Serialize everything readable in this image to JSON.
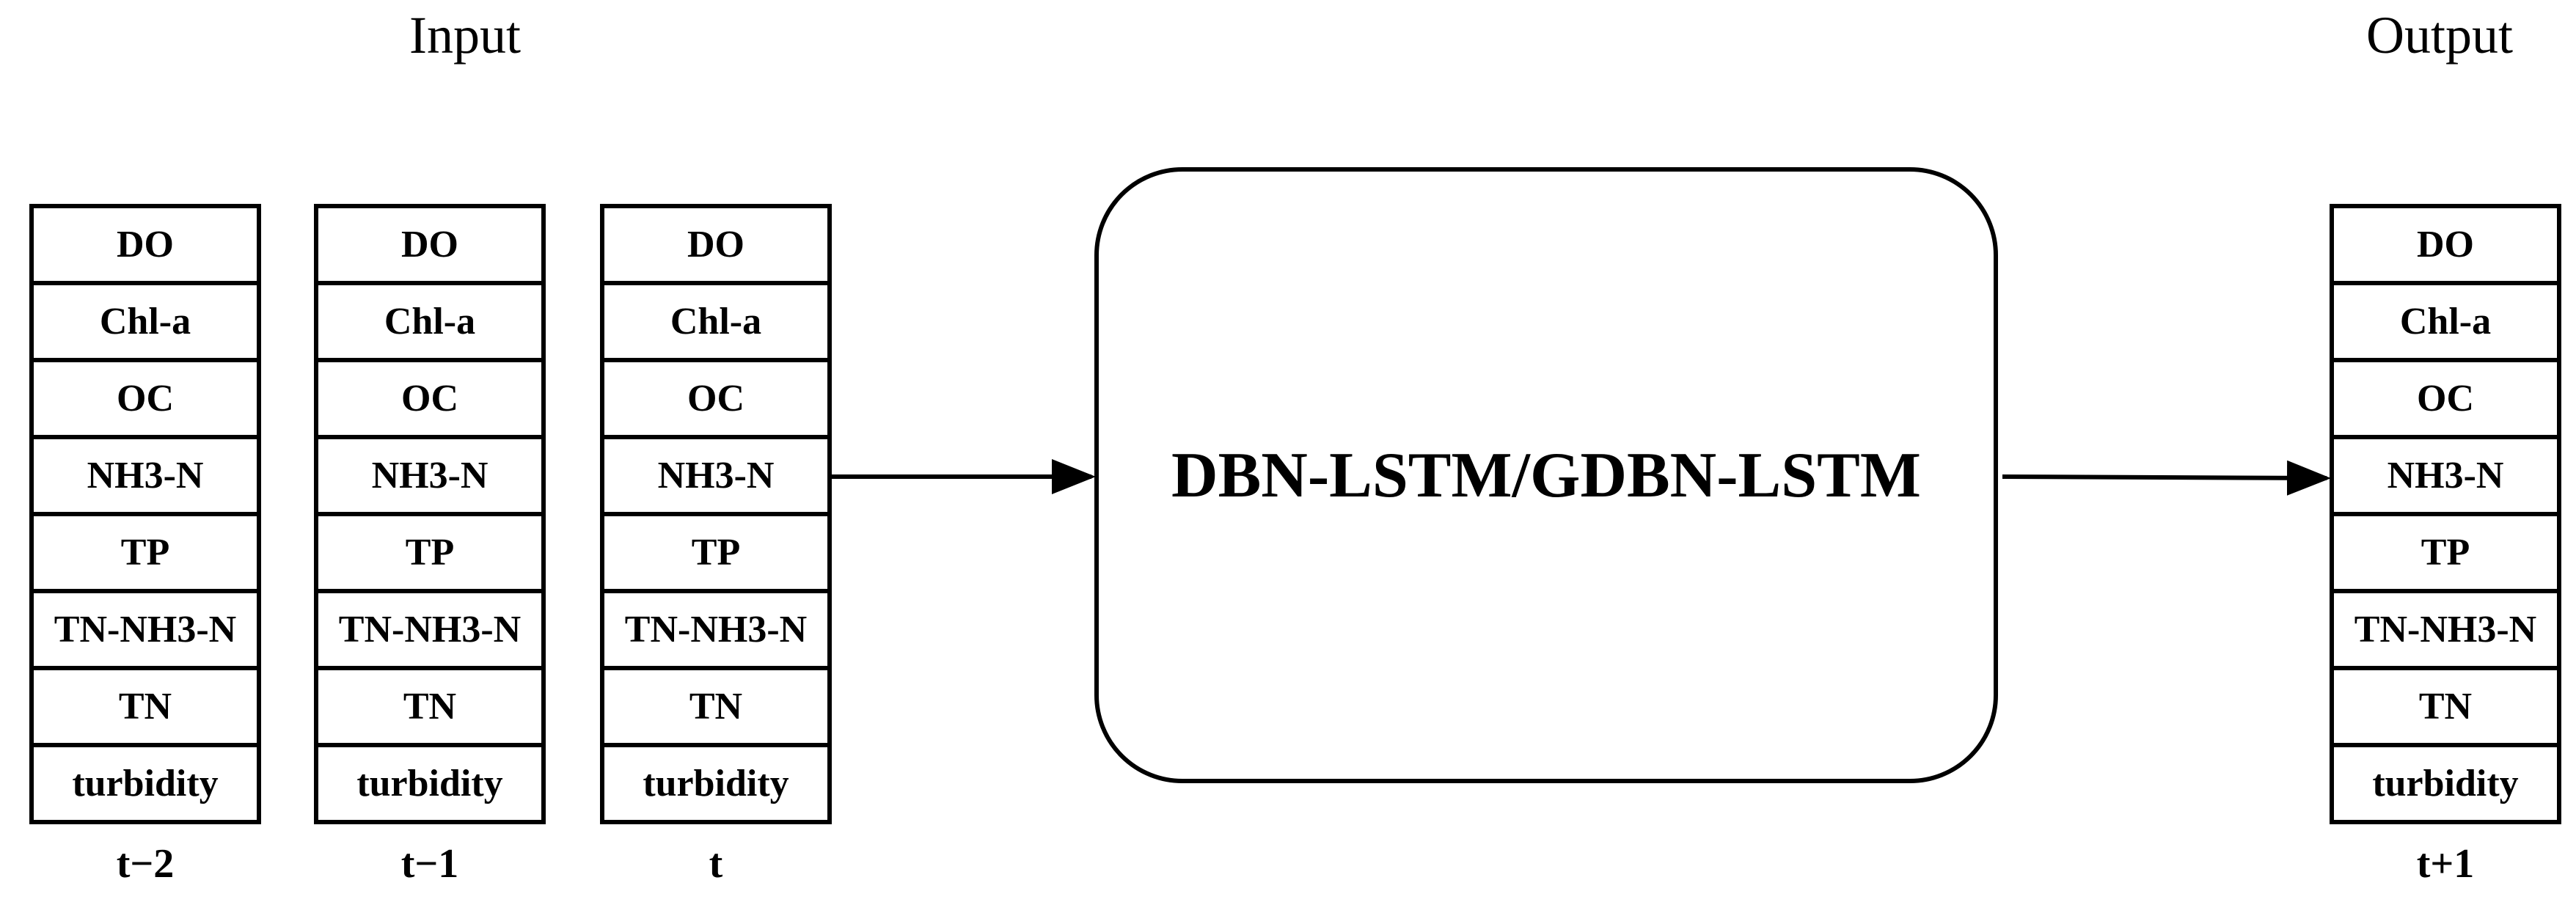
{
  "labels": {
    "input": "Input",
    "output": "Output"
  },
  "variables": [
    "DO",
    "Chl-a",
    "OC",
    "NH3-N",
    "TP",
    "TN-NH3-N",
    "TN",
    "turbidity"
  ],
  "input_steps": [
    "t−2",
    "t−1",
    "t"
  ],
  "output_step": "t+1",
  "model": {
    "name": "DBN-LSTM/GDBN-LSTM"
  }
}
